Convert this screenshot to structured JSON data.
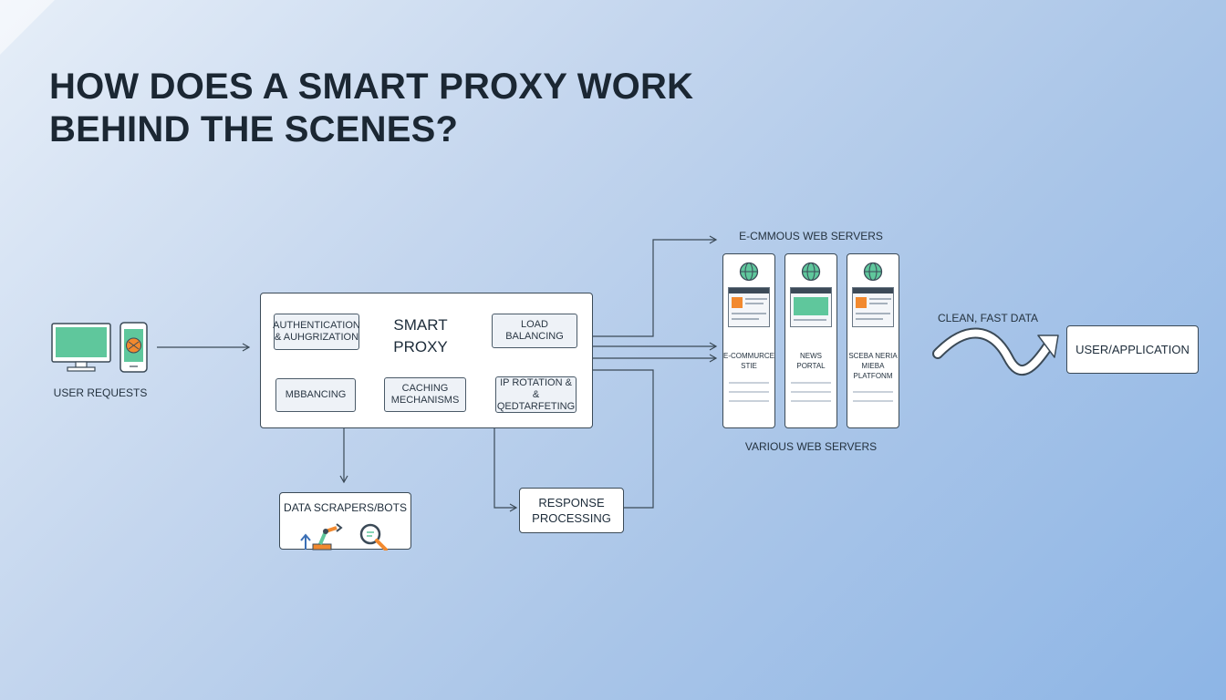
{
  "title": {
    "line1": "HOW DOES A SMART PROXY WORK",
    "line2": "BEHIND THE SCENES?"
  },
  "user_requests": {
    "label": "USER REQUESTS",
    "icons": [
      "desktop-monitor-icon",
      "smartphone-icon"
    ]
  },
  "smart_proxy": {
    "title_line1": "SMART",
    "title_line2": "PROXY",
    "modules": {
      "auth_line1": "AUTHENTICATION",
      "auth_line2": "& AUHGRIZATION",
      "load_line1": "LOAD",
      "load_line2": "BALANCING",
      "mbalancing": "MBBANCING",
      "caching_line1": "CACHING",
      "caching_line2": "MECHANISMS",
      "ip_line1": "IP ROTATION &",
      "ip_line2": "& QEDTARFETING"
    }
  },
  "data_scrapers": {
    "label": "DATA SCRAPERS/BOTS",
    "icons": [
      "robot-arm-icon",
      "magnifier-icon",
      "up-arrow-icon"
    ]
  },
  "response_processing": {
    "line1": "RESPONSE",
    "line2": "PROCESSING"
  },
  "servers": {
    "top_label": "E-CMMOUS WEB SERVERS",
    "bottom_label": "VARIOUS WEB SERVERS",
    "items": [
      {
        "line1": "E-COMMURCE",
        "line2": "STIE",
        "icon": "globe-icon",
        "accent": "#f2892e"
      },
      {
        "line1": "NEWS",
        "line2": "PORTAL",
        "icon": "globe-icon",
        "accent": "#5fc79c"
      },
      {
        "line1": "SCEBA NERIA",
        "line2": "MIEBA",
        "line3": "PLATFONM",
        "icon": "globe-icon",
        "accent": "#f2892e"
      }
    ]
  },
  "output": {
    "clean_label": "CLEAN, FAST DATA",
    "user_app": "USER/APPLICATION"
  },
  "colors": {
    "teal": "#5fc79c",
    "orange": "#f2892e",
    "line": "#3b4a57"
  }
}
